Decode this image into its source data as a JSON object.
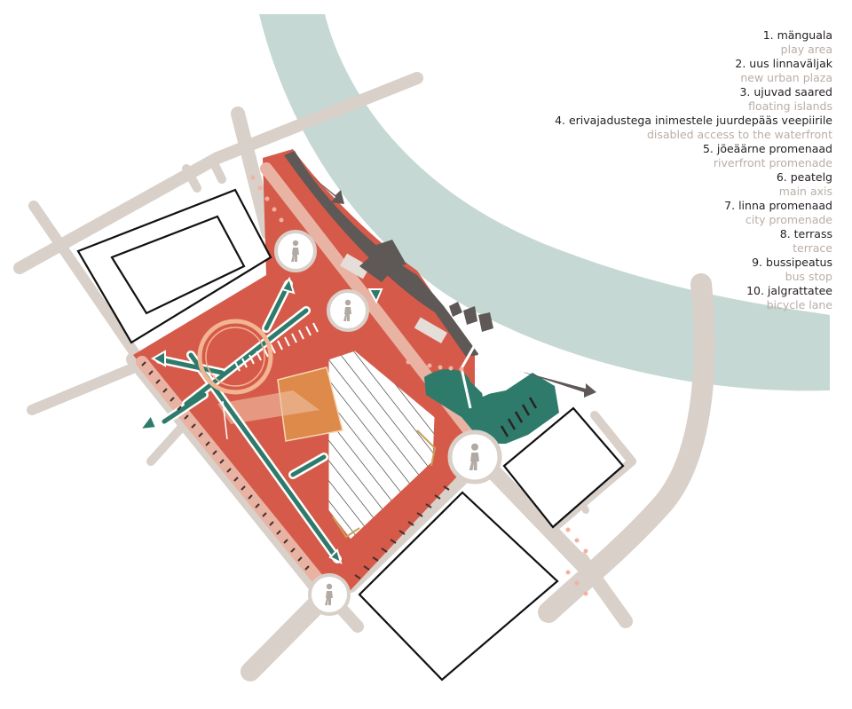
{
  "legend": [
    {
      "et": "1. mänguala",
      "en": "play area"
    },
    {
      "et": "2. uus linnaväljak",
      "en": "new urban plaza"
    },
    {
      "et": "3. ujuvad saared",
      "en": "floating islands"
    },
    {
      "et": "4. erivajadustega inimestele juurdepääs veepiirile",
      "en": "disabled access to the waterfront"
    },
    {
      "et": "5. jõeäärne promenaad",
      "en": "riverfront promenade"
    },
    {
      "et": "6. peatelg",
      "en": "main axis"
    },
    {
      "et": "7. linna promenaad",
      "en": "city promenade"
    },
    {
      "et": "8. terrass",
      "en": "terrace"
    },
    {
      "et": "9. bussipeatus",
      "en": "bus stop"
    },
    {
      "et": "10. jalgrattatee",
      "en": "bicycle lane"
    }
  ],
  "colors": {
    "river": "#c5d8d3",
    "plaza": "#d65a49",
    "road": "#d8d0c9",
    "green": "#2e7b6b",
    "orange": "#dd8a4a",
    "dark_arrow": "#5e5856",
    "building_outline": "#111111",
    "dots": "#f3b1a1"
  },
  "icons": [
    "pedestrian-icon",
    "pedestrian-icon",
    "pedestrian-icon",
    "pedestrian-icon"
  ]
}
